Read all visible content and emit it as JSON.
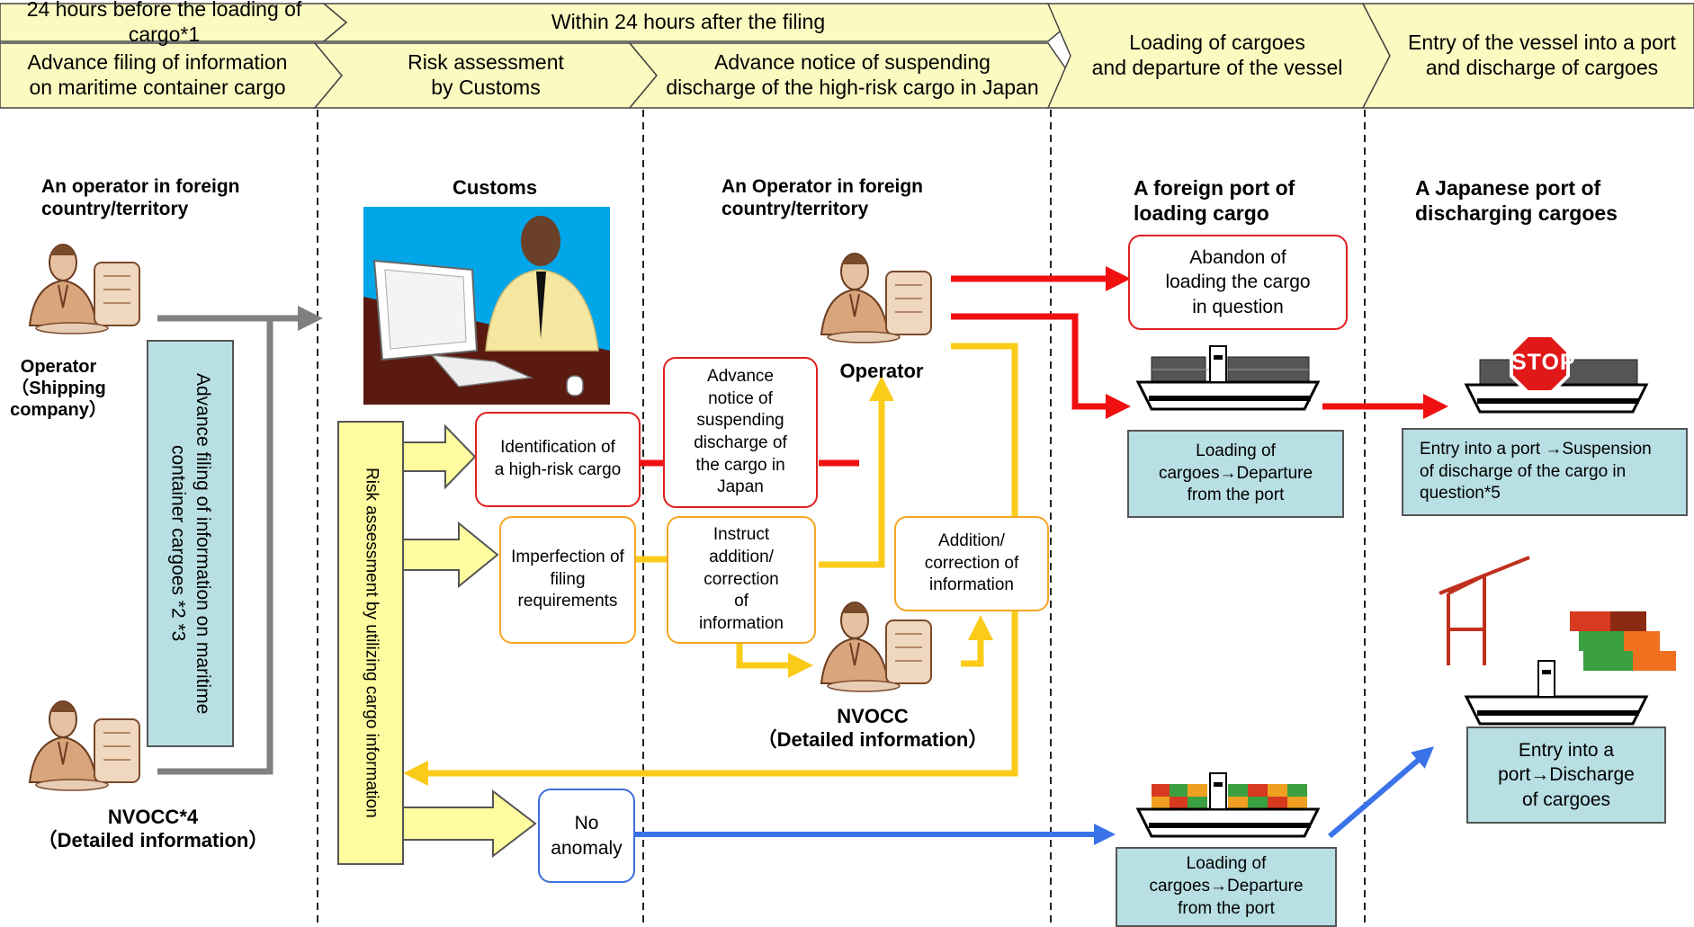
{
  "header": {
    "top_left": "24 hours before the loading of cargo*1",
    "top_mid": "Within 24 hours after the filing",
    "col1": "Advance filing of information\non maritime container cargo",
    "col2": "Risk assessment\nby Customs",
    "col3": "Advance notice of suspending\ndischarge of the high-risk cargo in Japan",
    "col4": "Loading of cargoes\nand departure of the vessel",
    "col5": "Entry of the vessel into a port\nand discharge of cargoes"
  },
  "labels": {
    "foreign_operator": "An  operator in foreign\ncountry/territory",
    "customs": "Customs",
    "foreign_operator2": "An Operator in foreign\ncountry/territory",
    "foreign_port": "A foreign port of\nloading cargo",
    "japanese_port": "A Japanese port of\ndischarging cargoes",
    "operator_shipping": "Operator\n（Shipping\ncompany）",
    "nvocc4": "NVOCC*4\n（Detailed information）",
    "operator": "Operator",
    "nvocc_detailed": "NVOCC\n（Detailed   information）"
  },
  "boxes": {
    "advance_filing_vertical": "Advance filing of information on\nmaritime container cargoes *2 *3",
    "risk_assessment_vertical": "Risk assessment by utilizing cargo information",
    "identification": "Identification of\na high-risk cargo",
    "advance_notice": "Advance\nnotice of\nsuspending\ndischarge of\nthe cargo in\nJapan",
    "imperfection": "Imperfection of\nfiling\nrequirements",
    "instruct": "Instruct\naddition/\ncorrection\nof\ninformation",
    "addition": "Addition/\ncorrection of\ninformation",
    "no_anomaly": "No\nanomaly",
    "abandon": "Abandon of\nloading the cargo\nin question",
    "loading_departure_1": "Loading of\ncargoes→Departure\nfrom the port",
    "loading_departure_2": "Loading of\ncargoes→Departure\nfrom the port",
    "entry_suspension": "Entry into a port →Suspension\nof discharge of the cargo in\nquestion*5",
    "entry_discharge": "Entry into a\nport→Discharge\nof cargoes"
  },
  "stop_sign": "STOP",
  "colors": {
    "header_fill": "#fbfac0",
    "red_path": "#f01010",
    "yellow_path": "#fbcb1a",
    "blue_path": "#3a72e8",
    "gray_path": "#808080",
    "teal_box": "#b8dfe3"
  }
}
